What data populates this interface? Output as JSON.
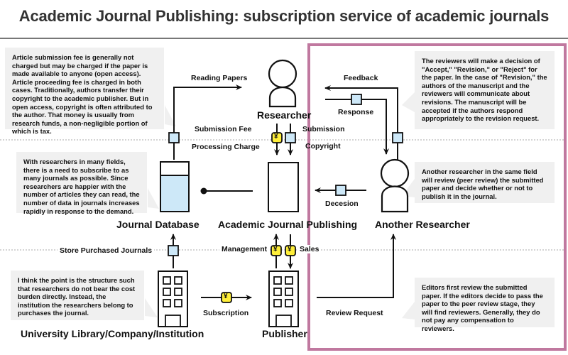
{
  "title": "Academic Journal Publishing: subscription service of academic journals",
  "colors": {
    "highlight_frame": "#c0789f",
    "note_bg": "#f0f0f0",
    "document_icon_fill": "#cde8f8",
    "money_icon_fill": "#ffef3a",
    "divider": "#aaaaaa"
  },
  "nodes": {
    "researcher": "Researcher",
    "journal_database": "Journal Database",
    "academic_journal_publishing": "Academic Journal Publishing",
    "another_researcher": "Another Researcher",
    "institution": "University Library/Company/Institution",
    "publisher": "Publisher"
  },
  "flows": {
    "reading_papers": "Reading Papers",
    "submission_fee": "Submission Fee",
    "processing_charge": "Processing Charge",
    "submission": "Submission",
    "copyright": "Copyright",
    "feedback": "Feedback",
    "response": "Response",
    "decision": "Decesion",
    "store_purchased_journals": "Store Purchased Journals",
    "management": "Management",
    "sales": "Sales",
    "subscription": "Subscription",
    "review_request": "Review Request"
  },
  "icons": {
    "money_symbol": "¥"
  },
  "notes": {
    "fees": "Article submission fee is generally not charged but may be charged if the paper is made available to anyone (open access). Article proceeding fee is charged in both cases. Traditionally, authors transfer their copyright to the academic publisher. But in open access, copyright is often attributed to the author. That money is usually from research funds, a non-negligible portion of which is tax.",
    "database": "With researchers in many fields, there is a need to subscribe to as many journals as possible. Since researchers are happier with the number of articles they can read, the number of data in journals increases rapidly in response to the demand.",
    "institution": "I think the point is the structure such that researchers do not bear the cost burden directly. Instead, the institution the researchers belong to purchases the journal.",
    "decision": "The reviewers will make a decision of \"Accept,\" \"Revision,\" or \"Reject\" for the paper. In the case of \"Revision,\" the authors of the manuscript and the reviewers will communicate about revisions. The manuscript will be accepted if the authors respond appropriately to the revision request.",
    "peer_review": "Another researcher in the same field will review (peer review) the submitted paper and decide whether or not to publish it in the journal.",
    "editors": "Editors first review the submitted paper. If the editors decide to pass the paper to the peer review stage, they will find reviewers. Generally, they do not pay any compensation to reviewers."
  }
}
